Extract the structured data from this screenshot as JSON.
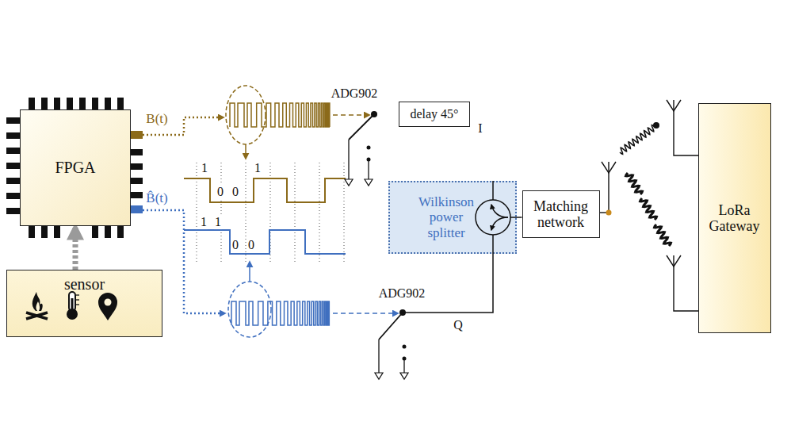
{
  "diagram": {
    "nodes": [
      {
        "text": [
          "FPGA"
        ]
      },
      {
        "text": [
          "sensor"
        ]
      },
      {
        "text": [
          "delay 45°"
        ]
      },
      {
        "text": [
          "Wilkinson power splitter"
        ]
      },
      {
        "text": [
          "Matching network"
        ]
      },
      {
        "text": [
          "LoRa Gateway"
        ]
      }
    ],
    "edges": [
      {
        "from": 1,
        "to": 0,
        "arrow": "to"
      },
      {
        "from": 2,
        "to": 3,
        "arrow": "none"
      },
      {
        "from": 3,
        "to": 4,
        "arrow": "none"
      }
    ],
    "labels": [
      "B(t)",
      "ADG902",
      "I",
      "1",
      "0",
      "0",
      "1",
      "B̂(t)",
      "1",
      "1",
      "0",
      "0",
      "ADG902",
      "Q"
    ]
  }
}
